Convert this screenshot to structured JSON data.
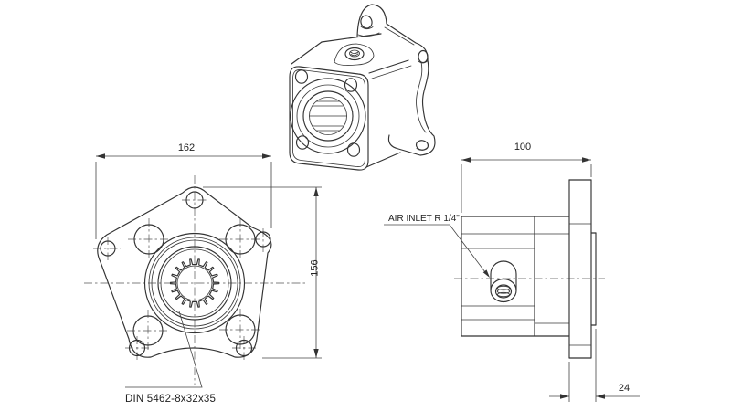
{
  "labels": {
    "air_inlet": "AIR INLET R 1/4\"",
    "spline_spec": "DIN 5462-8x32x35"
  },
  "dimensions": {
    "front_width": "162",
    "front_height": "156",
    "side_depth": "100",
    "flange_thickness": "24"
  },
  "colors": {
    "line": "#333333",
    "background": "#ffffff",
    "text": "#222222"
  }
}
